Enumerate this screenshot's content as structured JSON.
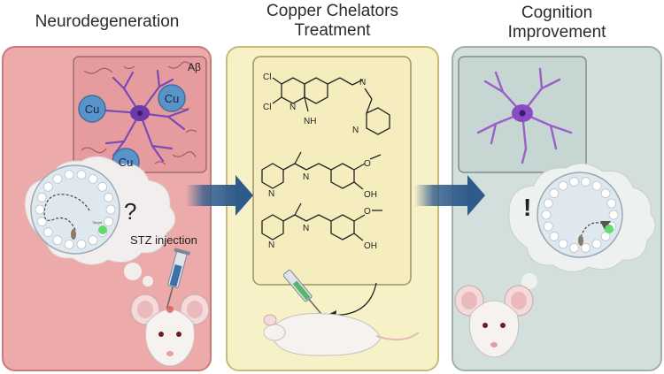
{
  "panels": {
    "left": {
      "title": "Neurodegeneration",
      "amyloid_label": "Aβ",
      "copper_label": "Cu",
      "question_mark": "?",
      "injection_label": "STZ injection",
      "target_label": "Target",
      "colors": {
        "background": "#ecaaab",
        "border": "#c9797b",
        "inset": "#e69c9f"
      }
    },
    "middle": {
      "title_line1": "Copper Chelators",
      "title_line2": "Treatment",
      "compound1_labels": [
        "Cl",
        "Cl",
        "NH",
        "N",
        "N",
        "N"
      ],
      "compound2_labels": [
        "N",
        "N",
        "O",
        "OH"
      ],
      "compound3_labels": [
        "N",
        "N",
        "O",
        "OH"
      ],
      "colors": {
        "background": "#f7f1c8",
        "border": "#cbb976",
        "inset": "#f5edbd"
      }
    },
    "right": {
      "title_line1": "Cognition",
      "title_line2": "Improvement",
      "exclamation": "!",
      "colors": {
        "background": "#d3dfdc",
        "border": "#9fb0ac",
        "inset": "#c6d6d2"
      }
    }
  },
  "icons": {
    "neuron": "neuron-icon",
    "maze": "water-maze-icon",
    "mouse": "mouse-icon",
    "syringe": "syringe-icon",
    "arrow": "arrow-right-icon"
  },
  "accent_colors": {
    "arrow": "#2f5b8a",
    "neuron": "#7b4bb5",
    "copper": "#5a93c9",
    "maze_target": "#5fdc6b"
  }
}
